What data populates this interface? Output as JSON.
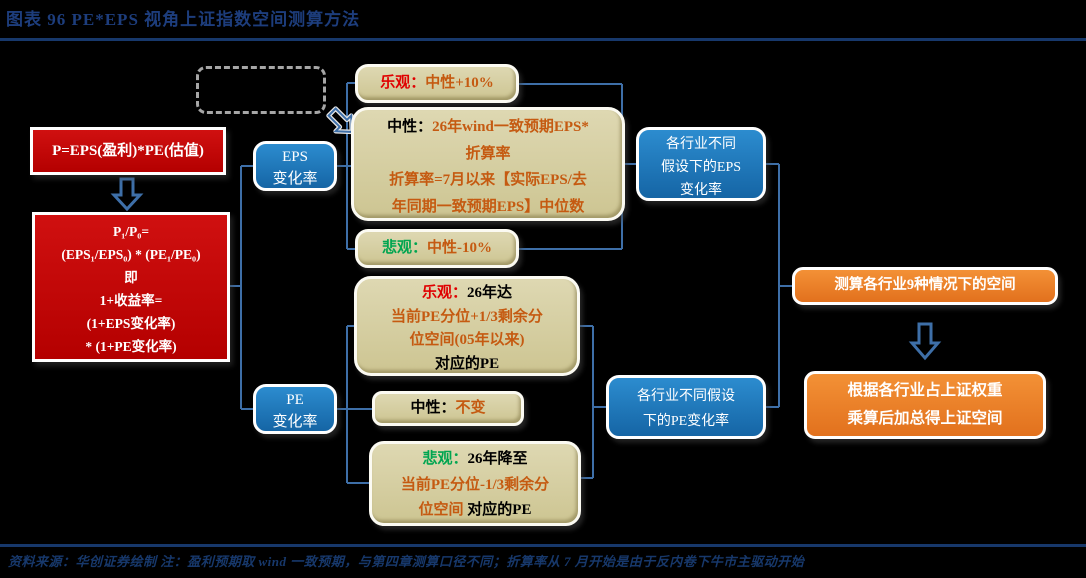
{
  "title": "图表 96  PE*EPS 视角上证指数空间测算方法",
  "footer": "资料来源：华创证券绘制  注：盈利预期取 wind 一致预期，与第四章测算口径不同；折算率从 7 月开始是由于反内卷下牛市主驱动开始",
  "colors": {
    "background": "#000000",
    "title_navy": "#1d3d7c",
    "red_box": "#c00000",
    "blue_node": "#1e79be",
    "tan_box": "#d8d1a2",
    "orange_box": "#ed7d31",
    "connector_blue": "#3e6fa8",
    "optimistic_red": "#e00000",
    "pessimistic_green": "#00a550",
    "scenario_orange": "#c55a11"
  },
  "formula": {
    "box1": "P=EPS(盈利)*PE(估值)",
    "box2_lines": [
      "P₁/P₀=",
      "(EPS₁/EPS₀) * (PE₁/PE₀)",
      "即",
      "1+收益率=",
      "(1+EPS变化率)",
      "* (1+PE变化率)"
    ]
  },
  "eps_branch": {
    "node_line1": "EPS",
    "node_line2": "变化率",
    "optimistic": {
      "label": "乐观：",
      "text": "中性+10%"
    },
    "neutral": {
      "label": "中性：",
      "text1": "26年wind一致预期EPS*",
      "text2": "折算率",
      "text3": "折算率=7月以来【实际EPS/去",
      "text4": "年同期一致预期EPS】中位数"
    },
    "pessimistic": {
      "label": "悲观：",
      "text": "中性-10%"
    },
    "industry": {
      "line1": "各行业不同",
      "line2": "假设下的EPS",
      "line3": "变化率"
    }
  },
  "pe_branch": {
    "node_line1": "PE",
    "node_line2": "变化率",
    "optimistic": {
      "label": "乐观：",
      "head": "26年达",
      "text1": "当前PE分位+1/3剩余分",
      "text2": "位空间(05年以来)",
      "text3": "对应的PE"
    },
    "neutral": {
      "label": "中性：",
      "text": "不变"
    },
    "pessimistic": {
      "label": "悲观：",
      "head": "26年降至",
      "text1": "当前PE分位-1/3剩余分",
      "text2": "位空间",
      "text3": "对应的PE"
    },
    "industry": {
      "line1": "各行业不同假设",
      "line2": "下的PE变化率"
    }
  },
  "result": {
    "step1": "测算各行业9种情况下的空间",
    "step2_line1": "根据各行业占上证权重",
    "step2_line2": "乘算后加总得上证空间"
  }
}
